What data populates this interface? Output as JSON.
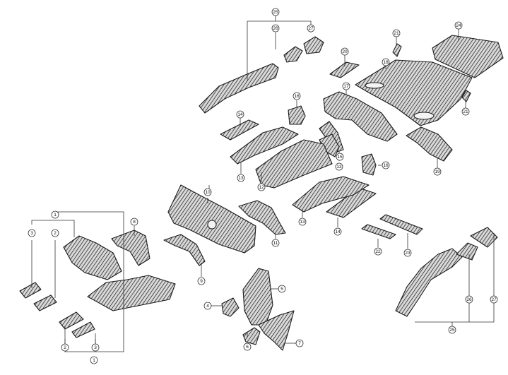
{
  "callouts": {
    "c1a": "1",
    "c1b": "1",
    "c2a": "2",
    "c2b": "2",
    "c3a": "3",
    "c3b": "3",
    "c4": "4",
    "c5": "5",
    "c6": "6",
    "c7": "7",
    "c8": "8",
    "c9": "9",
    "c10": "10",
    "c11": "11",
    "c12": "12",
    "c13a": "13",
    "c13b": "13",
    "c13c": "13",
    "c14a": "14",
    "c14b": "14",
    "c15": "15",
    "c16a": "16",
    "c16b": "16",
    "c17": "17",
    "c18": "18",
    "c19": "19",
    "c20": "20",
    "c21a": "21",
    "c21b": "21",
    "c22": "22",
    "c23": "23",
    "c24": "24",
    "c25a": "25",
    "c25b": "25",
    "c26a": "26",
    "c26b": "26",
    "c27a": "27",
    "c27b": "27"
  },
  "colors": {
    "line": "#1a1a1a",
    "hatch": "#2b2b2b",
    "background": "#ffffff"
  }
}
